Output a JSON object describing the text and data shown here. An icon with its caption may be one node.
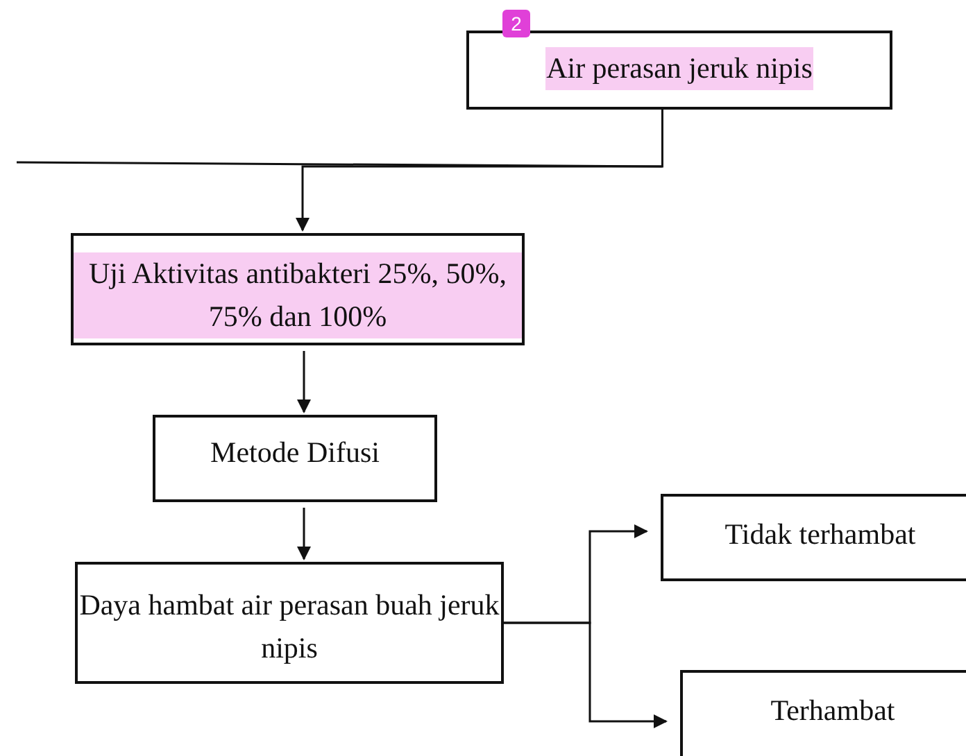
{
  "diagram": {
    "nodes": [
      {
        "text": [
          "Air perasan jeruk nipis"
        ]
      },
      {
        "text": [
          "Uji Aktivitas antibakteri 25%, 50%, 75% dan 100%"
        ]
      },
      {
        "text": [
          "Metode Difusi"
        ]
      },
      {
        "text": [
          "Daya hambat air perasan buah jeruk nipis"
        ]
      },
      {
        "text": [
          "Tidak terhambat"
        ]
      },
      {
        "text": [
          "Terhambat"
        ]
      }
    ],
    "edges": [
      {
        "from": 0,
        "to": 1,
        "arrow": "to"
      },
      {
        "from": 0,
        "to": null,
        "arrow": "none"
      },
      {
        "from": 1,
        "to": 2,
        "arrow": "to"
      },
      {
        "from": 2,
        "to": 3,
        "arrow": "to"
      },
      {
        "from": 3,
        "to": 4,
        "arrow": "to"
      },
      {
        "from": 3,
        "to": 5,
        "arrow": "to"
      }
    ],
    "labels": [
      "2"
    ]
  }
}
